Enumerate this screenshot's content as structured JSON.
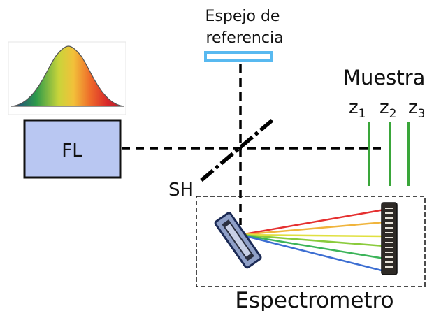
{
  "labels": {
    "mirror": [
      "Espejo de",
      "referencia"
    ],
    "source": "FL",
    "splitter": "SH",
    "sample": "Muestra",
    "depths": [
      {
        "base": "z",
        "sub": "1"
      },
      {
        "base": "z",
        "sub": "2"
      },
      {
        "base": "z",
        "sub": "3"
      }
    ],
    "spectrometer": "Espectrometro"
  },
  "colors": {
    "source_fill": "#b9c7f2",
    "mirror": "#58b9f0",
    "sample_layers": "#3aa63a",
    "beam": "#000000",
    "spectrum": [
      "#e53030",
      "#f0b43c",
      "#e0e040",
      "#8acb3c",
      "#3cb45a",
      "#3c6ed2"
    ]
  },
  "icons": [
    "gaussian-spectrum-icon",
    "diffraction-grating-icon",
    "line-camera-icon"
  ]
}
